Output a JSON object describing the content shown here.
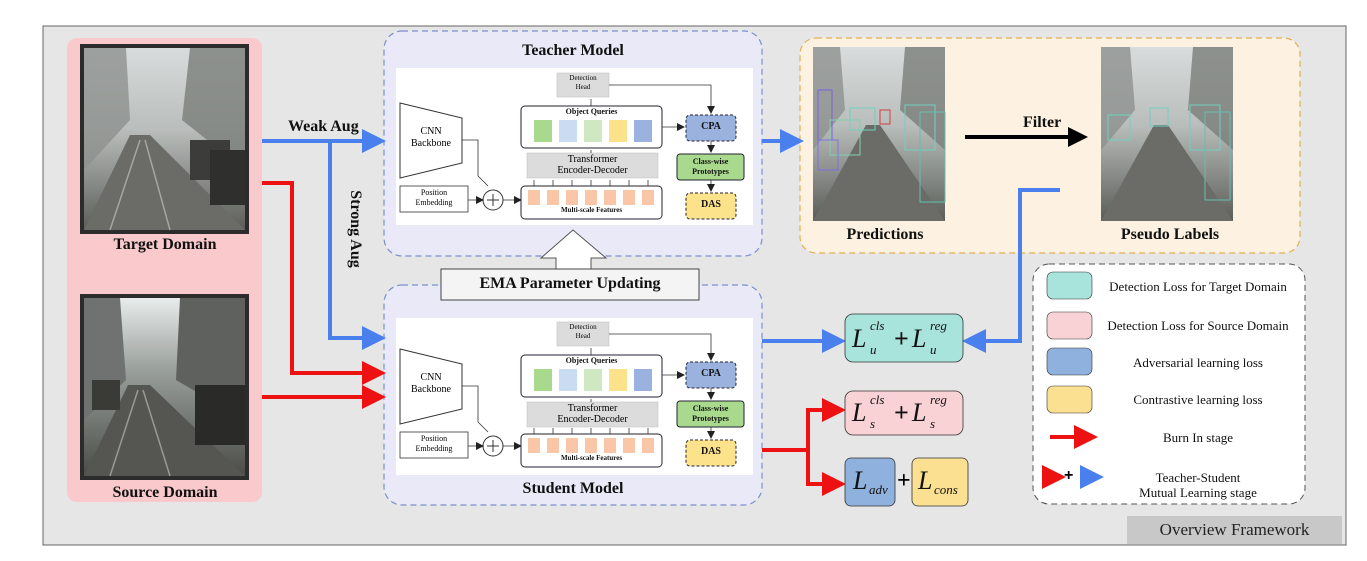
{
  "frame": {
    "tag": "Overview Framework"
  },
  "domains": {
    "target": "Target Domain",
    "source": "Source Domain"
  },
  "arrows": {
    "weak_aug": "Weak Aug",
    "strong_aug": "Strong Aug",
    "filter": "Filter"
  },
  "teacher": {
    "title": "Teacher Model",
    "cnn": [
      "CNN",
      "Backbone"
    ],
    "position": [
      "Position",
      "Embedding"
    ],
    "detection_head": [
      "Detection",
      "Head"
    ],
    "object_queries": "Object Queries",
    "transformer": [
      "Transformer",
      "Encoder-Decoder"
    ],
    "multiscale": "Multi-scale Features",
    "cpa": "CPA",
    "classwise": [
      "Class-wise",
      "Prototypes"
    ],
    "das": "DAS"
  },
  "student": {
    "title": "Student Model",
    "cnn": [
      "CNN",
      "Backbone"
    ],
    "position": [
      "Position",
      "Embedding"
    ],
    "detection_head": [
      "Detection",
      "Head"
    ],
    "object_queries": "Object Queries",
    "transformer": [
      "Transformer",
      "Encoder-Decoder"
    ],
    "multiscale": "Multi-scale Features",
    "cpa": "CPA",
    "classwise": [
      "Class-wise",
      "Prototypes"
    ],
    "das": "DAS"
  },
  "ema": "EMA Parameter Updating",
  "outputs": {
    "predictions": "Predictions",
    "pseudo_labels": "Pseudo Labels"
  },
  "losses": {
    "target_det": {
      "main": "L",
      "sub": "u",
      "sup1": "cls",
      "sup2": "reg"
    },
    "source_det": {
      "main": "L",
      "sub": "s",
      "sup1": "cls",
      "sup2": "reg"
    },
    "adv": {
      "main": "L",
      "sub": "adv"
    },
    "cons": {
      "main": "L",
      "sub": "cons"
    }
  },
  "legend": [
    {
      "text": "Detection Loss for Target Domain",
      "color": "#a8e3dc"
    },
    {
      "text": "Detection Loss for Source Domain",
      "color": "#f9d2d6"
    },
    {
      "text": "Adversarial learning loss",
      "color": "#8fb1dd"
    },
    {
      "text": "Contrastive learning loss",
      "color": "#fbe092"
    },
    {
      "text": "Burn In stage",
      "color": "#ee1111"
    },
    {
      "text": "Teacher-Student\nMutual Learning stage",
      "color": "#4a80ee"
    }
  ],
  "colors": {
    "blue_arrow": "#4a80ee",
    "red_arrow": "#ee1111",
    "panel_bg": "#e6e6e6",
    "domain_bg": "#f9c9cc",
    "model_bg": "#e9e9f8",
    "pred_bg": "#fdf1e2",
    "query_colors": [
      "#a9d98c",
      "#c9dcf2",
      "#cfe8c2",
      "#fce28a",
      "#9ab2dd"
    ],
    "feature_color": "#f9c7a8"
  }
}
